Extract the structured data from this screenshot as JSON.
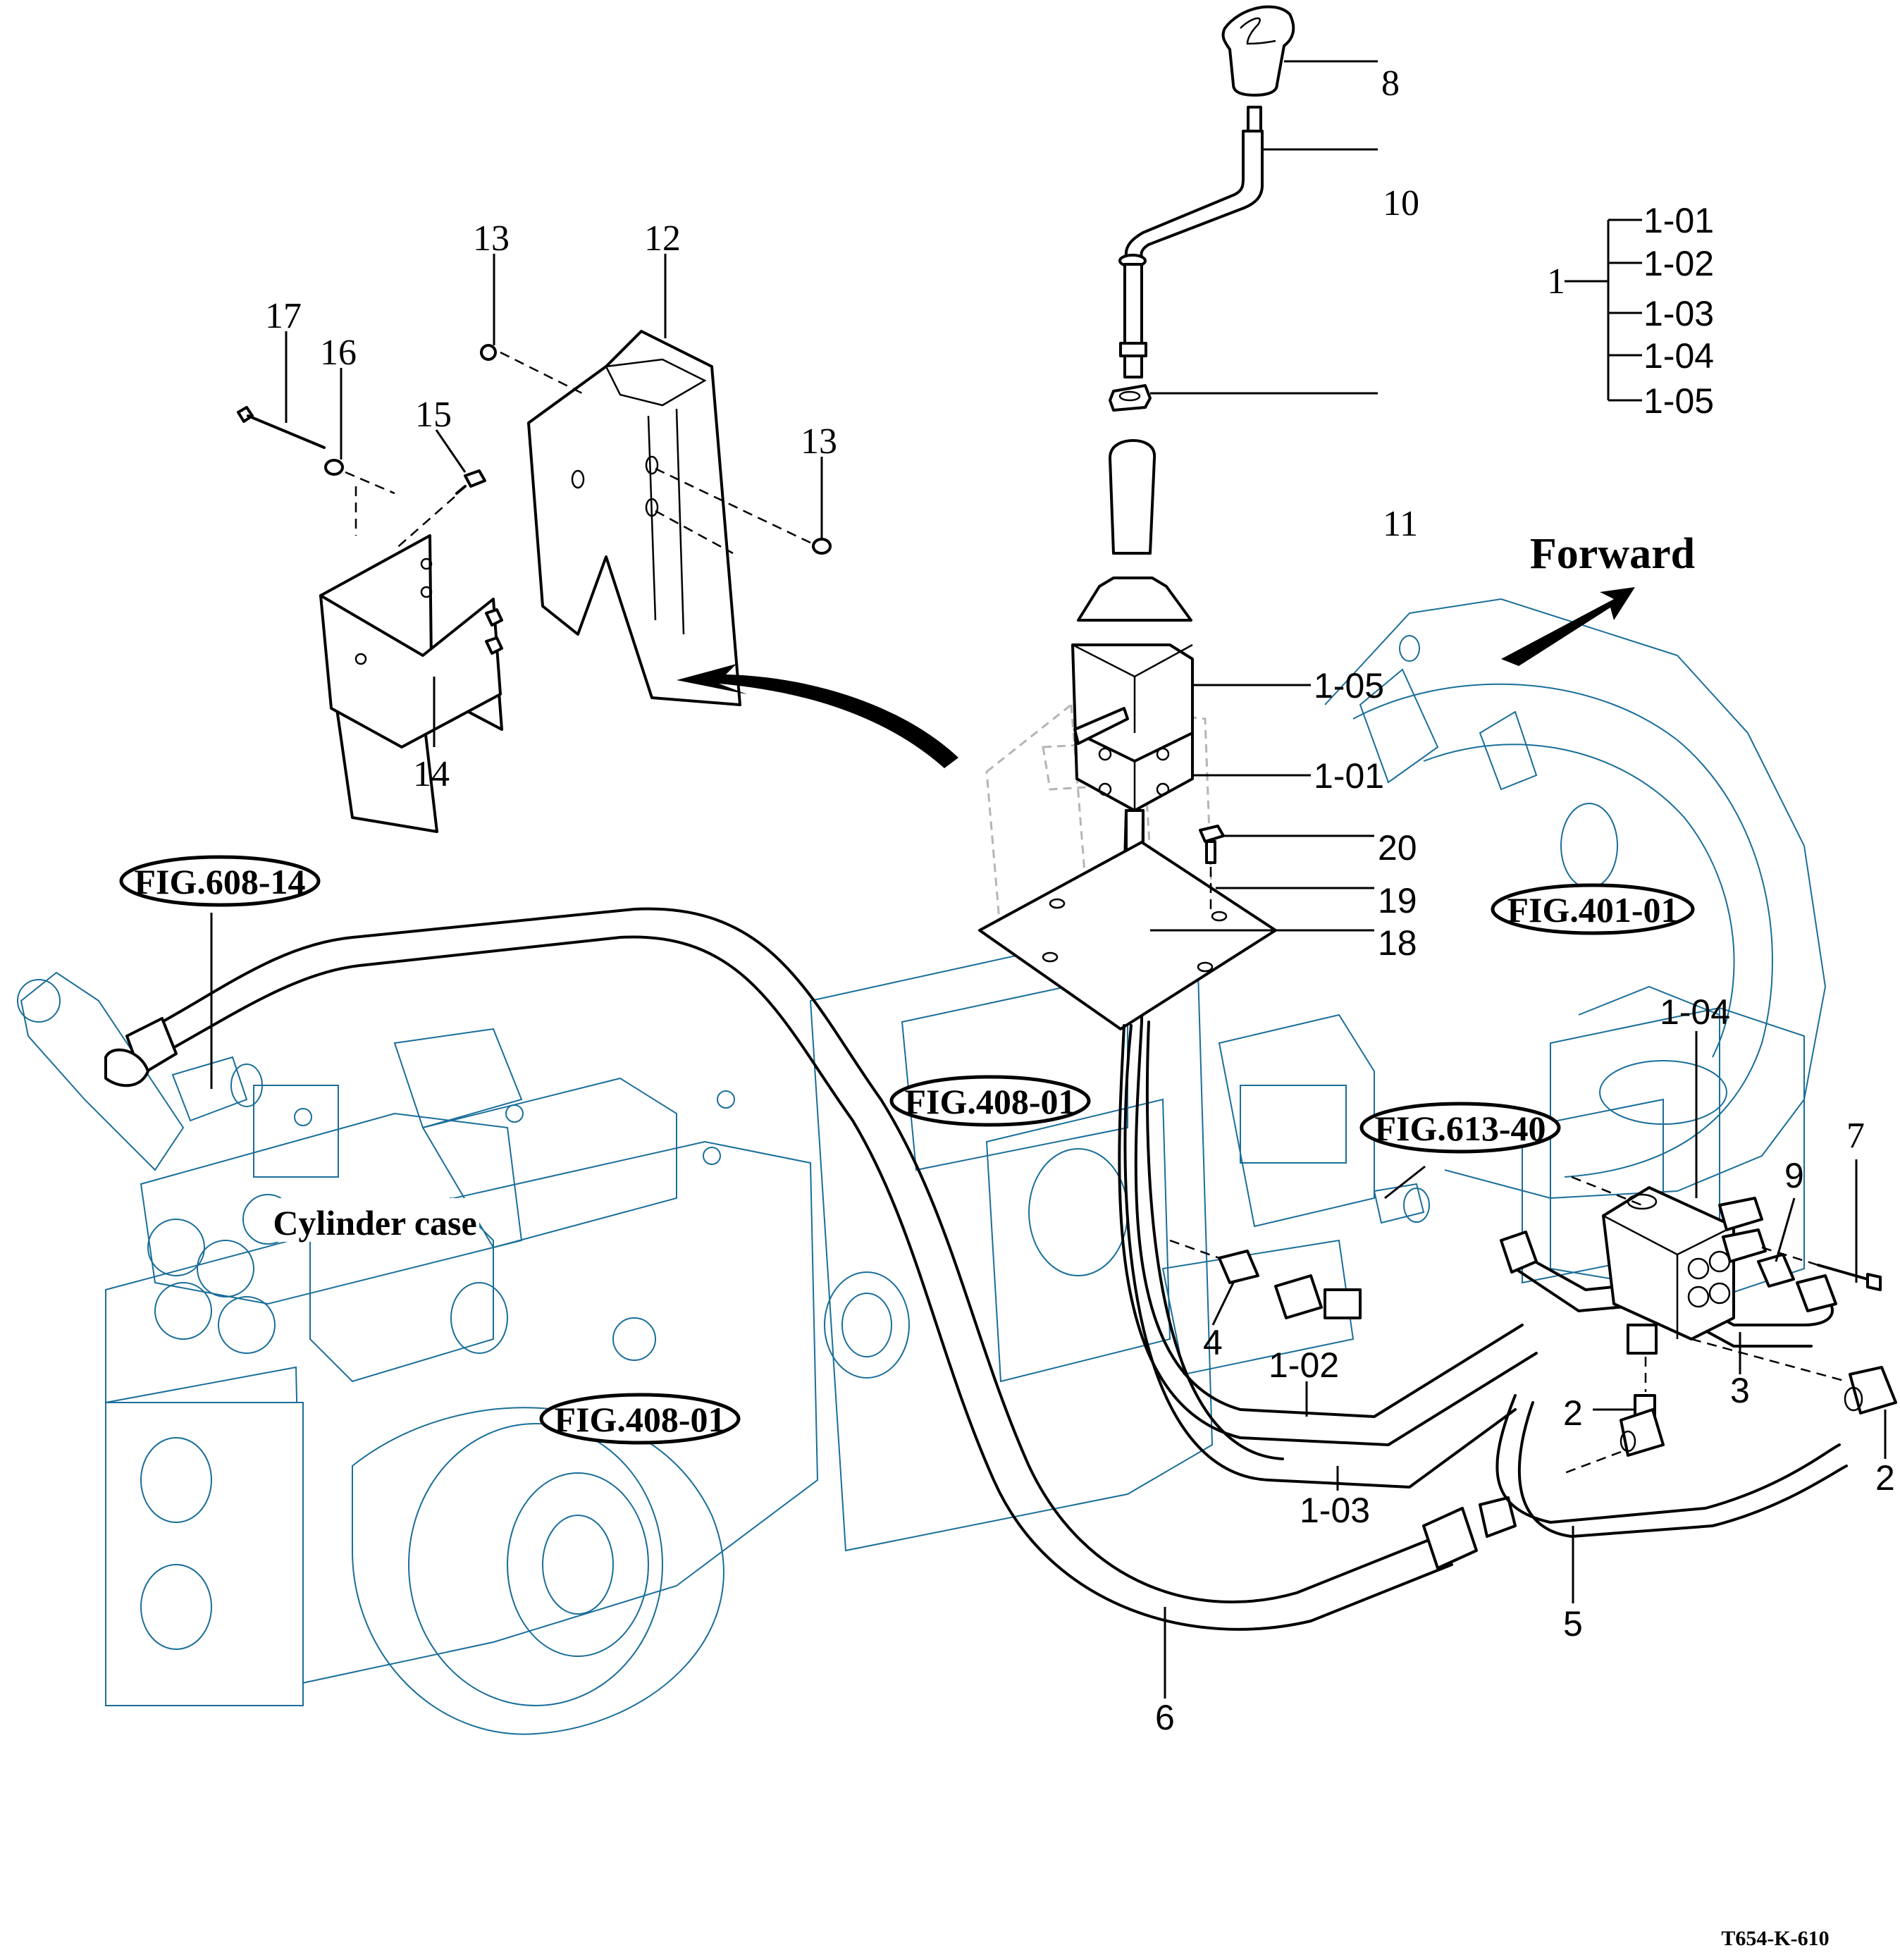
{
  "diagram": {
    "drawing_code": "T654-K-610",
    "direction_label": "Forward",
    "assembly_label": "Cylinder case",
    "assembly_tree": {
      "root": "1",
      "children": [
        "1-01",
        "1-02",
        "1-03",
        "1-04",
        "1-05"
      ]
    },
    "figure_references": [
      {
        "id": "fig-608-14",
        "label": "FIG.608-14"
      },
      {
        "id": "fig-401-01",
        "label": "FIG.401-01"
      },
      {
        "id": "fig-408-01-upper",
        "label": "FIG.408-01"
      },
      {
        "id": "fig-613-40",
        "label": "FIG.613-40"
      },
      {
        "id": "fig-408-01-lower",
        "label": "FIG.408-01"
      }
    ],
    "part_callouts": {
      "knob": "8",
      "lever": "10",
      "nut": "11",
      "cover": "12",
      "screw_top": "13",
      "screw_right": "13",
      "bracket": "14",
      "bolt_small": "15",
      "washer": "16",
      "bolt_long": "17",
      "boot": "1-05",
      "valve_body": "1-01",
      "bolt_plate": "20",
      "washer_plate": "19",
      "seal": "18",
      "control_valve": "1-04",
      "bolt_valve": "7",
      "adapter_9": "9",
      "adapter_4": "4",
      "hose_1_02": "1-02",
      "pipe_3": "3",
      "elbow_left": "2",
      "elbow_right": "2",
      "hose_1_03": "1-03",
      "hose_5": "5",
      "hose_6": "6"
    },
    "colors": {
      "background_reference_lines": "#1a6e9a",
      "part_lines": "#000000",
      "ghost_lines": "#b5b5b5"
    }
  }
}
